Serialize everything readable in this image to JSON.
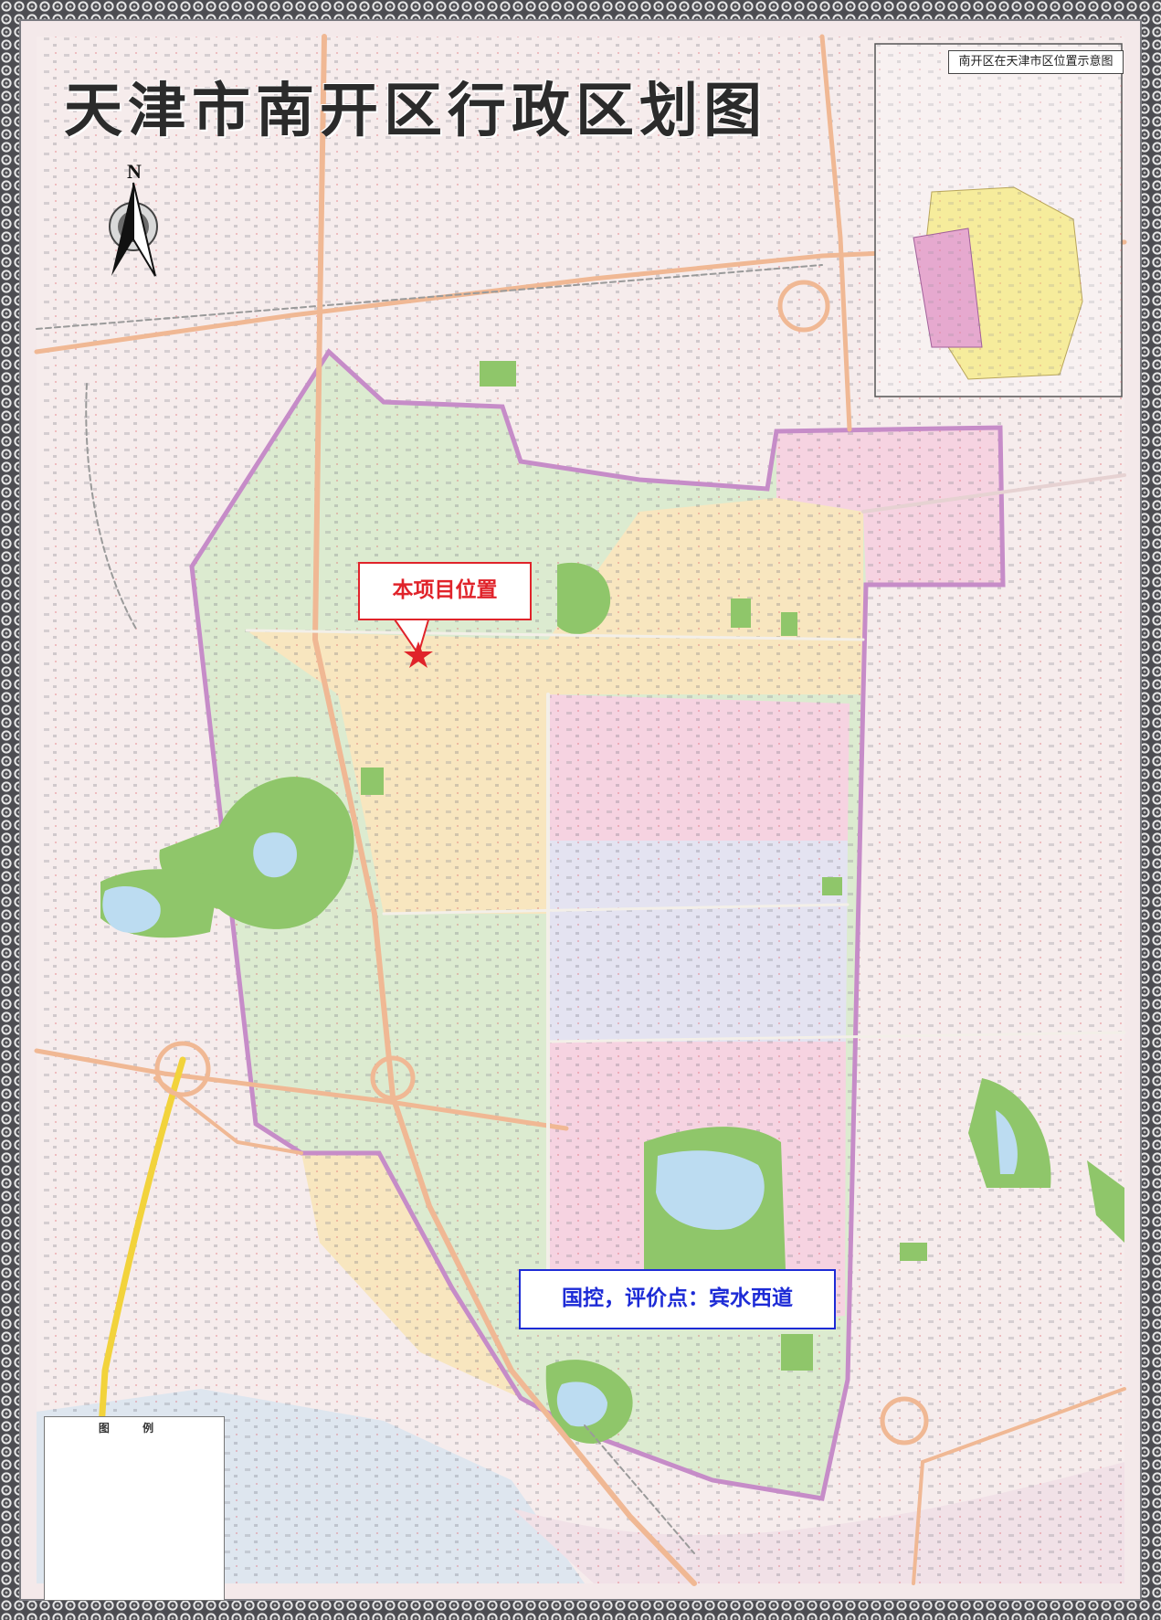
{
  "map": {
    "title": "天津市南开区行政区划图",
    "north_label": "N",
    "inset_title": "南开区在天津市区位置示意图",
    "legend_title": "图  例"
  },
  "markers": {
    "project": {
      "label": "本项目位置",
      "color": "#e0232a",
      "icon": "star-icon"
    },
    "station": {
      "label": "国控，评价点：宾水西道",
      "color": "#1d2bd6",
      "icon": "dot-icon"
    }
  },
  "colors": {
    "district_green": "#dcebd0",
    "district_yellow": "#f8e6bf",
    "district_pink": "#f6d3e1",
    "district_lavender": "#e4e3f1",
    "park": "#8fc66a",
    "water": "#bcdcf1",
    "boundary": "#c68cc8",
    "road": "#f0b894"
  }
}
